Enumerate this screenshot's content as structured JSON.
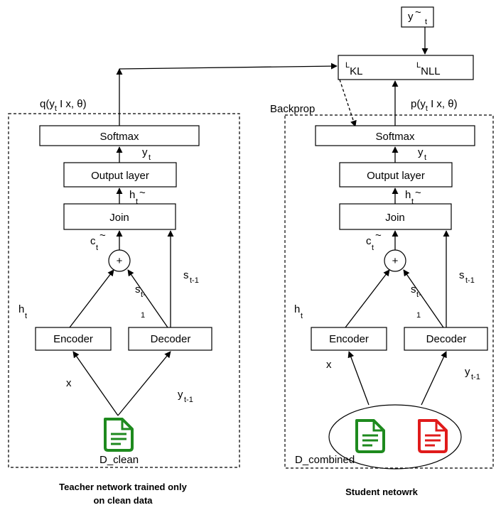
{
  "teacher": {
    "distribution_label": "q(y",
    "distribution_sub": "t",
    "distribution_rest": " I x, θ)",
    "softmax": "Softmax",
    "output_layer": "Output layer",
    "join": "Join",
    "encoder": "Encoder",
    "decoder": "Decoder",
    "plus": "+",
    "y_t": "y",
    "y_t_sub": "t",
    "h_t_tilde": "h",
    "h_t_tilde_sub": "t",
    "c_t_tilde": "c",
    "c_t_tilde_sub": "t",
    "h_t": "h",
    "h_t_sub": "t",
    "s_t1_a": "s",
    "s_t1_a_sub": "t-1",
    "s_t1_b": "s",
    "s_t1_b_sub": "t-",
    "s_t1_b_one": "1",
    "x": "x",
    "y_t1": "y",
    "y_t1_sub": "t-1",
    "dataset": "D_clean",
    "caption_line1": "Teacher network trained only",
    "caption_line2": "on clean data",
    "doc_icon_color": "#1e8a1e"
  },
  "student": {
    "distribution_label": "p(y",
    "distribution_sub": "t",
    "distribution_rest": " I x, θ)",
    "softmax": "Softmax",
    "output_layer": "Output layer",
    "join": "Join",
    "encoder": "Encoder",
    "decoder": "Decoder",
    "plus": "+",
    "y_t": "y",
    "y_t_sub": "t",
    "h_t_tilde": "h",
    "h_t_tilde_sub": "t",
    "c_t_tilde": "c",
    "c_t_tilde_sub": "t",
    "h_t": "h",
    "h_t_sub": "t",
    "s_t1_a": "s",
    "s_t1_a_sub": "t-1",
    "s_t1_b": "s",
    "s_t1_b_sub": "t-",
    "s_t1_b_one": "1",
    "x": "x",
    "y_t1": "y",
    "y_t1_sub": "t-1",
    "dataset": "D_combined",
    "caption": "Student netowrk",
    "doc_icon_colors": [
      "#1e8a1e",
      "#e01b1b"
    ]
  },
  "loss": {
    "kl_base": "L",
    "kl_sub": "KL",
    "nll_base": "L",
    "nll_sub": "NLL"
  },
  "target": {
    "base": "y",
    "tilde": "~",
    "sub": "t"
  },
  "backprop": "Backprop",
  "tilde": "~"
}
